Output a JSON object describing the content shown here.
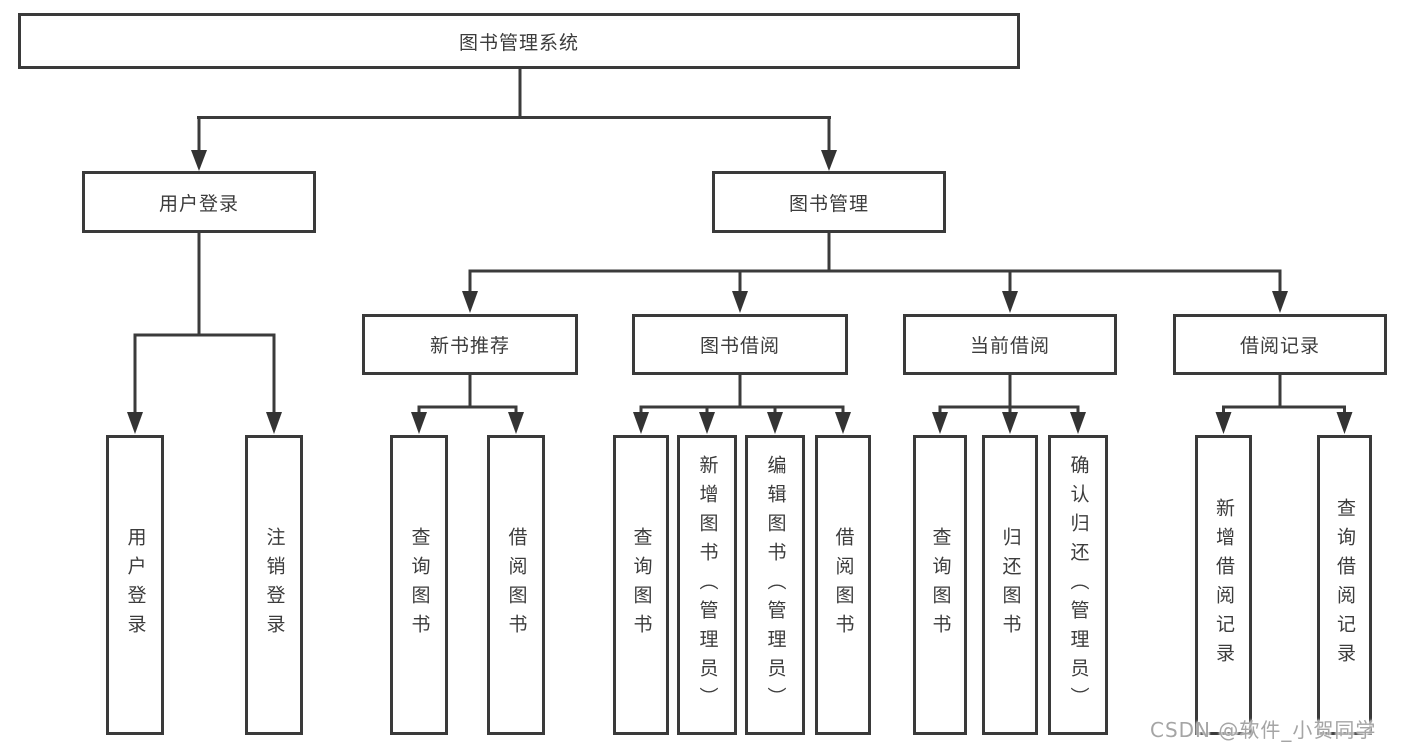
{
  "tree": {
    "label": "图书管理系统",
    "children": [
      {
        "label": "用户登录",
        "children": [
          {
            "label": "用户登录"
          },
          {
            "label": "注销登录"
          }
        ]
      },
      {
        "label": "图书管理",
        "children": [
          {
            "label": "新书推荐",
            "children": [
              {
                "label": "查询图书"
              },
              {
                "label": "借阅图书"
              }
            ]
          },
          {
            "label": "图书借阅",
            "children": [
              {
                "label": "查询图书"
              },
              {
                "label": "新增图书（管理员）"
              },
              {
                "label": "编辑图书（管理员）"
              },
              {
                "label": "借阅图书"
              }
            ]
          },
          {
            "label": "当前借阅",
            "children": [
              {
                "label": "查询图书"
              },
              {
                "label": "归还图书"
              },
              {
                "label": "确认归还（管理员）"
              }
            ]
          },
          {
            "label": "借阅记录",
            "children": [
              {
                "label": "新增借阅记录"
              },
              {
                "label": "查询借阅记录"
              }
            ]
          }
        ]
      }
    ]
  },
  "watermark": {
    "text": "CSDN @软件_小贺同学"
  },
  "colors": {
    "line": "#3b3b3b",
    "border": "#3a3a3a",
    "text": "#3c3c3c",
    "background": "#ffffff",
    "watermark": "#a5a5a5"
  }
}
